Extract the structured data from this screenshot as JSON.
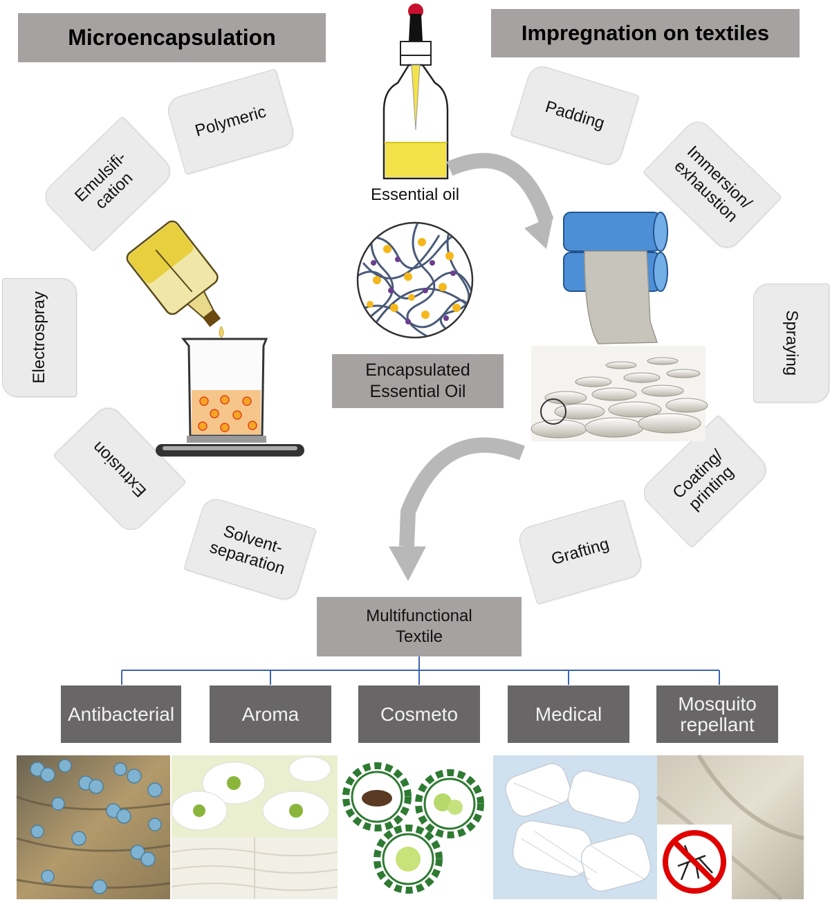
{
  "headers": {
    "micro": "Microencapsulation",
    "impregnation": "Impregnation on textiles"
  },
  "micro_methods": {
    "polymeric": "Polymeric",
    "emulsification": "Emulsifi-\ncation",
    "electrospray": "Electrospray",
    "extrusion": "Extrusion",
    "solvent": "Solvent-\nseparation"
  },
  "textile_methods": {
    "padding": "Padding",
    "immersion": "Immersion/\nexhaustion",
    "spraying": "Spraying",
    "coating": "Coating/\nprinting",
    "grafting": "Grafting"
  },
  "center": {
    "essential_oil": "Essential oil",
    "encapsulated": "Encapsulated\nEssential Oil",
    "multifunctional": "Multifunctional\nTextile"
  },
  "applications": [
    {
      "label": "Antibacterial",
      "image": "bacteria-image"
    },
    {
      "label": "Aroma",
      "image": "flowers-towels-image"
    },
    {
      "label": "Cosmeto",
      "image": "cosmetic-gears-image"
    },
    {
      "label": "Medical",
      "image": "gauze-bandage-image"
    },
    {
      "label": "Mosquito\nrepellant",
      "image": "fabric-no-mosquito-image"
    }
  ],
  "colors": {
    "header_bg": "#a6a2a2",
    "card_bg": "#ebebeb",
    "app_box_bg": "#686666",
    "tree_line": "#3b63b5",
    "roller_blue": "#4c8fd6",
    "oil_yellow": "#f3e24a"
  }
}
